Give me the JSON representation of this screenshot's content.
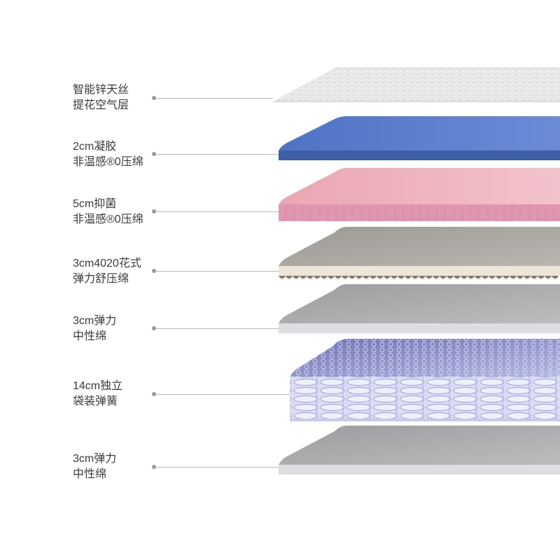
{
  "layers": [
    {
      "line1": "智能锌天丝",
      "line2": "提花空气层",
      "color": "#e9e9e9",
      "side_color": "#d5d5d5"
    },
    {
      "line1": "2cm凝胶",
      "line2": "非温感®0压绵",
      "color": "#5b7fcc",
      "side_color": "#3f5fa8"
    },
    {
      "line1": "5cm抑菌",
      "line2": "非温感®0压绵",
      "color": "#eeb3be",
      "side_color": "#dc90a9"
    },
    {
      "line1": "3cm4020花式",
      "line2": "弹力舒压绵",
      "color": "#a7a49f",
      "side_color": "#e8e3d6"
    },
    {
      "line1": "3cm弹力",
      "line2": "中性绵",
      "color": "#a9a9ab",
      "side_color": "#dedee2"
    },
    {
      "line1": "14cm独立",
      "line2": "袋装弹簧",
      "color": "#8c8fc9",
      "side_color": "#d9dcf2"
    },
    {
      "line1": "3cm弹力",
      "line2": "中性绵",
      "color": "#a9a9ab",
      "side_color": "#dedee2"
    }
  ]
}
